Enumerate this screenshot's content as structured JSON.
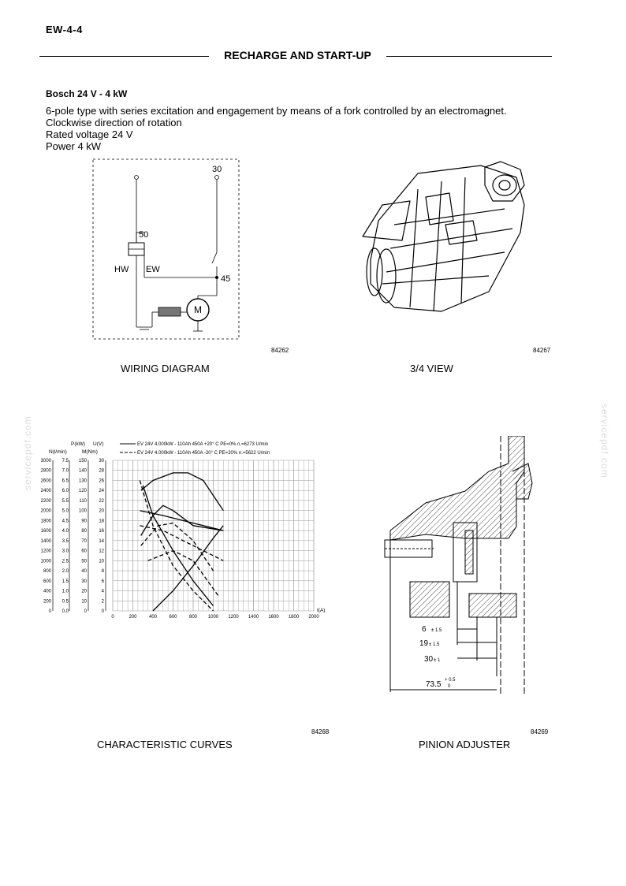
{
  "header": {
    "page_code": "EW-4-4",
    "section_title": "RECHARGE AND START-UP"
  },
  "model": {
    "title": "Bosch 24 V - 4 kW",
    "description": [
      "6-pole type with series excitation and engagement by means of a fork controlled by an electromagnet.",
      "Clockwise direction of rotation",
      "Rated voltage 24 V",
      "Power 4 kW"
    ]
  },
  "wiring": {
    "terminal_30": "30",
    "terminal_50": "50",
    "terminal_45": "45",
    "label_hw": "HW",
    "label_ew": "EW",
    "motor_label": "M",
    "fig_code": "84262",
    "caption": "WIRING DIAGRAM"
  },
  "view": {
    "fig_code": "84267",
    "caption": "3/4 VIEW"
  },
  "curves": {
    "fig_code": "84268",
    "caption": "CHARACTERISTIC CURVES"
  },
  "pinion": {
    "fig_code": "84269",
    "caption": "PINION ADJUSTER",
    "dims": [
      {
        "base": "6",
        "tol": "± 1.5"
      },
      {
        "base": "19",
        "tol": "± 1.5"
      },
      {
        "base": "30",
        "tol": "± 1"
      },
      {
        "base": "73.5",
        "tol_up": "+ 0.5",
        "tol_down": "0"
      }
    ]
  },
  "watermark": "servicepdf.com",
  "chart_data": {
    "type": "line",
    "legend": [
      "EV 24V 4.000kW - 110Ah 450A +20° C PE=0% n.=6273 U/min",
      "EV 24V 4.000kW - 110Ah 450A -20° C PE=20% n.=5622 U/min"
    ],
    "axes": {
      "x": {
        "label": "I(A)",
        "ticks": [
          "0",
          "200",
          "400",
          "600",
          "800",
          "1000",
          "1200",
          "1400",
          "1600",
          "1800",
          "2000"
        ],
        "range": [
          0,
          2000
        ]
      },
      "n": {
        "label": "N(l/min)",
        "ticks": [
          "0",
          "200",
          "400",
          "600",
          "800",
          "1000",
          "1200",
          "1400",
          "1600",
          "1800",
          "2000",
          "2200",
          "2400",
          "2600",
          "2800",
          "3000"
        ]
      },
      "m": {
        "label": "M(Nm)",
        "ticks": [
          "0.0",
          "0.5",
          "1.0",
          "1.5",
          "2.0",
          "2.5",
          "3.0",
          "3.5",
          "4.0",
          "4.5",
          "5.0",
          "5.5",
          "6.0",
          "6.5",
          "7.0",
          "7.5"
        ]
      },
      "p": {
        "label": "P(kW)",
        "ticks": [
          "0",
          "10",
          "20",
          "30",
          "40",
          "50",
          "60",
          "70",
          "80",
          "90",
          "100",
          "110",
          "120",
          "130",
          "140",
          "150"
        ]
      },
      "u": {
        "label": "U(V)",
        "ticks": [
          "0",
          "2",
          "4",
          "6",
          "8",
          "10",
          "12",
          "14",
          "16",
          "18",
          "20",
          "22",
          "24",
          "26",
          "28",
          "30"
        ]
      }
    },
    "grid": true,
    "series": [
      {
        "style": "solid",
        "points": [
          [
            280,
            24
          ],
          [
            400,
            26
          ],
          [
            600,
            27.5
          ],
          [
            750,
            27.5
          ],
          [
            900,
            26
          ],
          [
            1100,
            20
          ]
        ]
      },
      {
        "style": "solid",
        "points": [
          [
            270,
            20
          ],
          [
            500,
            19
          ],
          [
            800,
            17.5
          ],
          [
            1100,
            16
          ]
        ]
      },
      {
        "style": "solid",
        "points": [
          [
            280,
            15
          ],
          [
            400,
            19
          ],
          [
            500,
            21
          ],
          [
            600,
            20
          ],
          [
            800,
            17
          ],
          [
            1100,
            16
          ]
        ]
      },
      {
        "style": "solid",
        "points": [
          [
            400,
            0
          ],
          [
            600,
            4
          ],
          [
            800,
            9
          ],
          [
            1000,
            14.5
          ],
          [
            1100,
            17
          ]
        ]
      },
      {
        "style": "solid",
        "points": [
          [
            300,
            25
          ],
          [
            400,
            19
          ],
          [
            600,
            12
          ],
          [
            800,
            6
          ],
          [
            1000,
            1
          ]
        ]
      },
      {
        "style": "dashed",
        "points": [
          [
            270,
            26
          ],
          [
            400,
            17
          ],
          [
            600,
            9
          ],
          [
            800,
            4
          ],
          [
            1000,
            0
          ]
        ]
      },
      {
        "style": "dashed",
        "points": [
          [
            270,
            17
          ],
          [
            500,
            16
          ],
          [
            800,
            13
          ],
          [
            1100,
            10
          ]
        ]
      },
      {
        "style": "dashed",
        "points": [
          [
            280,
            13
          ],
          [
            450,
            17
          ],
          [
            600,
            17.5
          ],
          [
            800,
            14
          ],
          [
            1000,
            8
          ]
        ]
      },
      {
        "style": "dashed",
        "points": [
          [
            350,
            10
          ],
          [
            600,
            12
          ],
          [
            800,
            10
          ],
          [
            1050,
            3
          ]
        ]
      }
    ]
  }
}
